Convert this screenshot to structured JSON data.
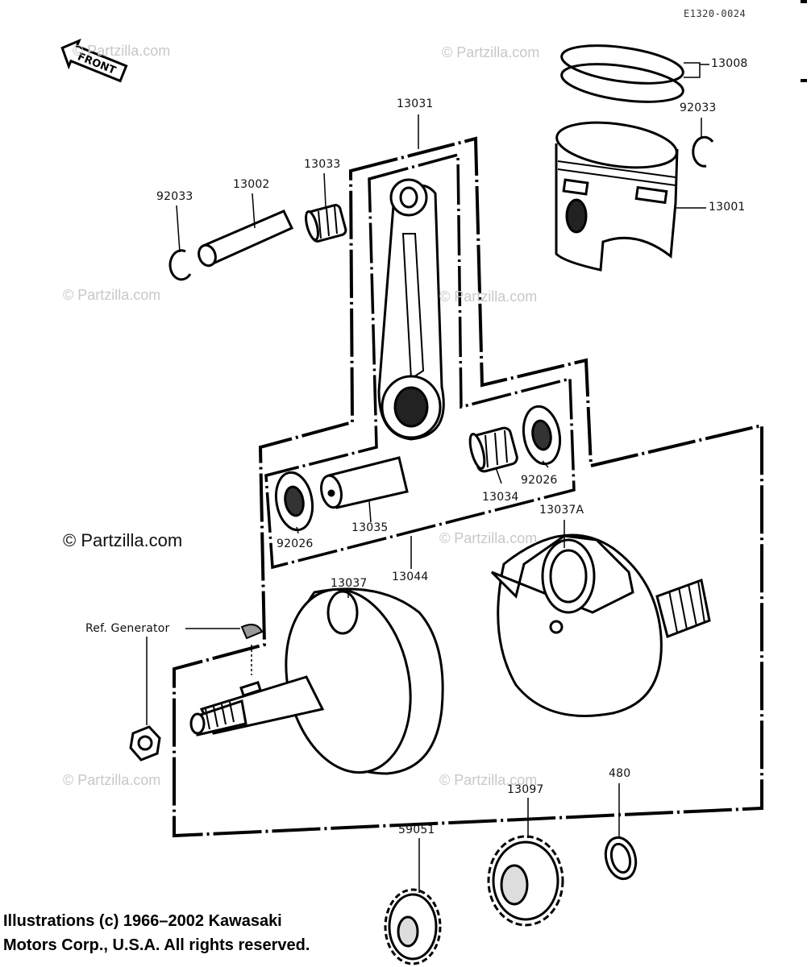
{
  "diagram_code": "E1320-0024",
  "front_label": "FRONT",
  "watermarks": {
    "main": "© Partzilla.com",
    "faint": "© Partzilla.com"
  },
  "parts": {
    "p13008": "13008",
    "p92033_top": "92033",
    "p13001": "13001",
    "p13031": "13031",
    "p13033": "13033",
    "p13002": "13002",
    "p92033_left": "92033",
    "p92026_right": "92026",
    "p13034": "13034",
    "p13035": "13035",
    "p92026_left": "92026",
    "p13044": "13044",
    "p13037A": "13037A",
    "p13037": "13037",
    "ref_generator": "Ref. Generator",
    "p480": "480",
    "p13097": "13097",
    "p59051": "59051"
  },
  "copyright": {
    "line1": "Illustrations (c) 1966–2002 Kawasaki",
    "line2": "Motors Corp., U.S.A.  All rights reserved."
  }
}
